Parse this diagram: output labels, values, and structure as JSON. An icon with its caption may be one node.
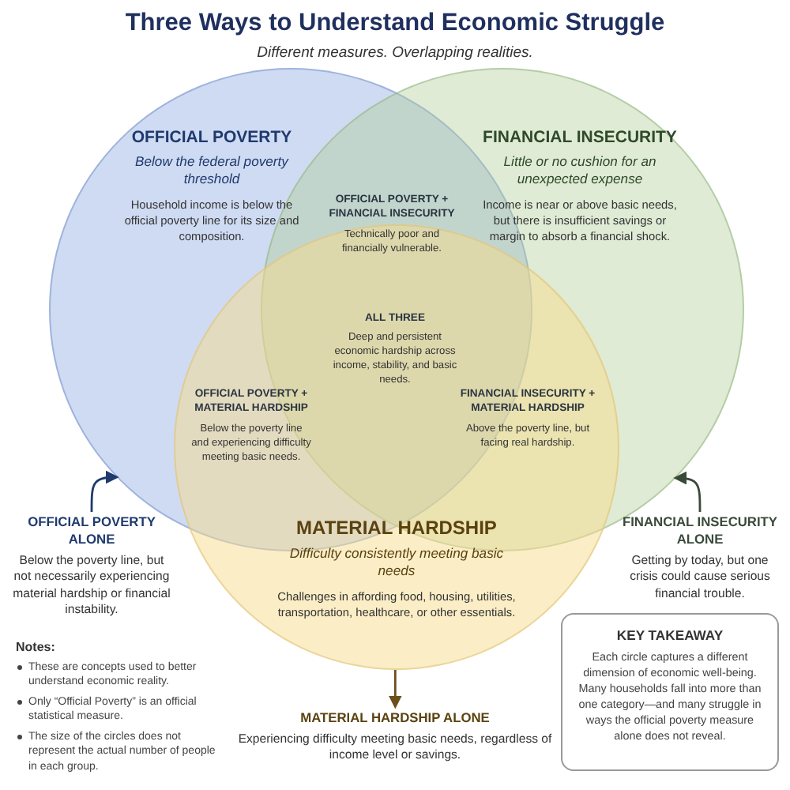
{
  "diagram": {
    "title": "Three Ways to Understand Economic Struggle",
    "nodes": [
      {
        "text": [
          "OFFICIAL POVERTY",
          "Below the federal poverty threshold",
          "Household income is below the official poverty line for its size and composition."
        ]
      },
      {
        "text": [
          "FINANCIAL INSECURITY",
          "Little or no cushion for an unexpected expense",
          "Income is near or above basic needs, but there is insufficient savings or margin to absorb a financial shock."
        ]
      },
      {
        "text": [
          "MATERIAL HARDSHIP",
          "Difficulty consistently meeting basic needs",
          "Challenges in affording food, housing, utilities, transportation, healthcare, or other essentials."
        ]
      },
      {
        "text": [
          "OFFICIAL POVERTY ALONE",
          "Below the poverty line, but not necessarily experiencing material hardship or financial instability."
        ]
      },
      {
        "text": [
          "FINANCIAL INSECURITY ALONE",
          "Getting by today, but one crisis could cause serious financial trouble."
        ]
      },
      {
        "text": [
          "MATERIAL HARDSHIP ALONE",
          "Experiencing difficulty meeting basic needs, regardless of income level or savings."
        ]
      },
      {
        "text": [
          "KEY TAKEAWAY",
          "Each circle captures a different dimension of economic well-being. Many households fall into more than one category—and many struggle in ways the official poverty measure alone does not reveal."
        ]
      }
    ],
    "edges": [
      {
        "from": 3,
        "to": 0,
        "arrow": "to",
        "color": "#1f3a6e"
      },
      {
        "from": 4,
        "to": 1,
        "arrow": "to",
        "color": "#3a4a3a"
      },
      {
        "from": 2,
        "to": 5,
        "arrow": "to",
        "color": "#6b4e1a"
      }
    ],
    "labels": [
      "Different measures. Overlapping realities.",
      "OFFICIAL POVERTY + FINANCIAL INSECURITY",
      "Technically poor and financially vulnerable.",
      "ALL THREE",
      "Deep and persistent economic hardship across income, stability, and basic needs.",
      "OFFICIAL POVERTY + MATERIAL HARDSHIP",
      "Below the poverty line and experiencing difficulty meeting basic needs.",
      "FINANCIAL INSECURITY + MATERIAL HARDSHIP",
      "Above the poverty line, but facing real hardship.",
      "Notes:",
      "These are concepts used to better understand economic reality.",
      "Only “Official Poverty” is an official statistical measure.",
      "The size of the circles does not represent the actual number of people in each group."
    ]
  }
}
